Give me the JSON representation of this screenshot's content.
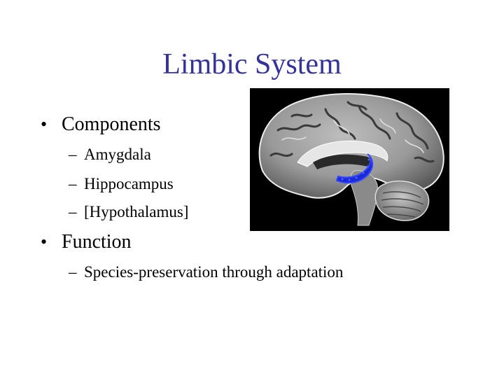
{
  "slide": {
    "title": "Limbic System",
    "bullets": [
      {
        "label": "Components",
        "subitems": [
          "Amygdala",
          "Hippocampus",
          "[Hypothalamus]"
        ]
      },
      {
        "label": "Function",
        "subitems": [
          "Species-preservation through adaptation"
        ]
      }
    ],
    "bullet_glyph": "•",
    "sub_glyph": "–"
  },
  "colors": {
    "title": "#333399",
    "text": "#000000",
    "background": "#ffffff",
    "highlight": "#1a2ad8"
  },
  "image": {
    "icon": "brain-midsagittal-image"
  }
}
